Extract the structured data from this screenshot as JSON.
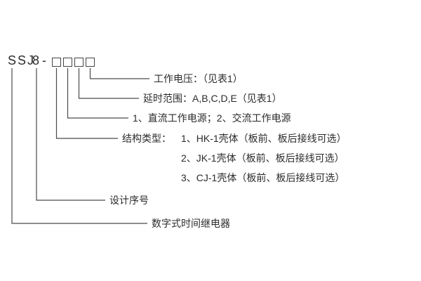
{
  "model": {
    "prefix": "SSJ",
    "series": "8",
    "separator": "-",
    "digit_boxes": 4
  },
  "callouts": {
    "working_voltage": "工作电压：（见表1）",
    "delay_range": "延时范围：A,B,C,D,E（见表1）",
    "power_type": "1、直流工作电源；2、交流工作电源",
    "design_serial": "设计序号",
    "product_name": "数字式时间继电器"
  },
  "structure": {
    "heading": "结构类型：",
    "options": [
      "1、HK-1壳体（板前、板后接线可选）",
      "2、JK-1壳体（板前、板后接线可选）",
      "3、CJ-1壳体（板前、板后接线可选）"
    ]
  },
  "colors": {
    "background": "#ffffff",
    "text": "#2b2b2b",
    "line": "#4a4a4a"
  }
}
